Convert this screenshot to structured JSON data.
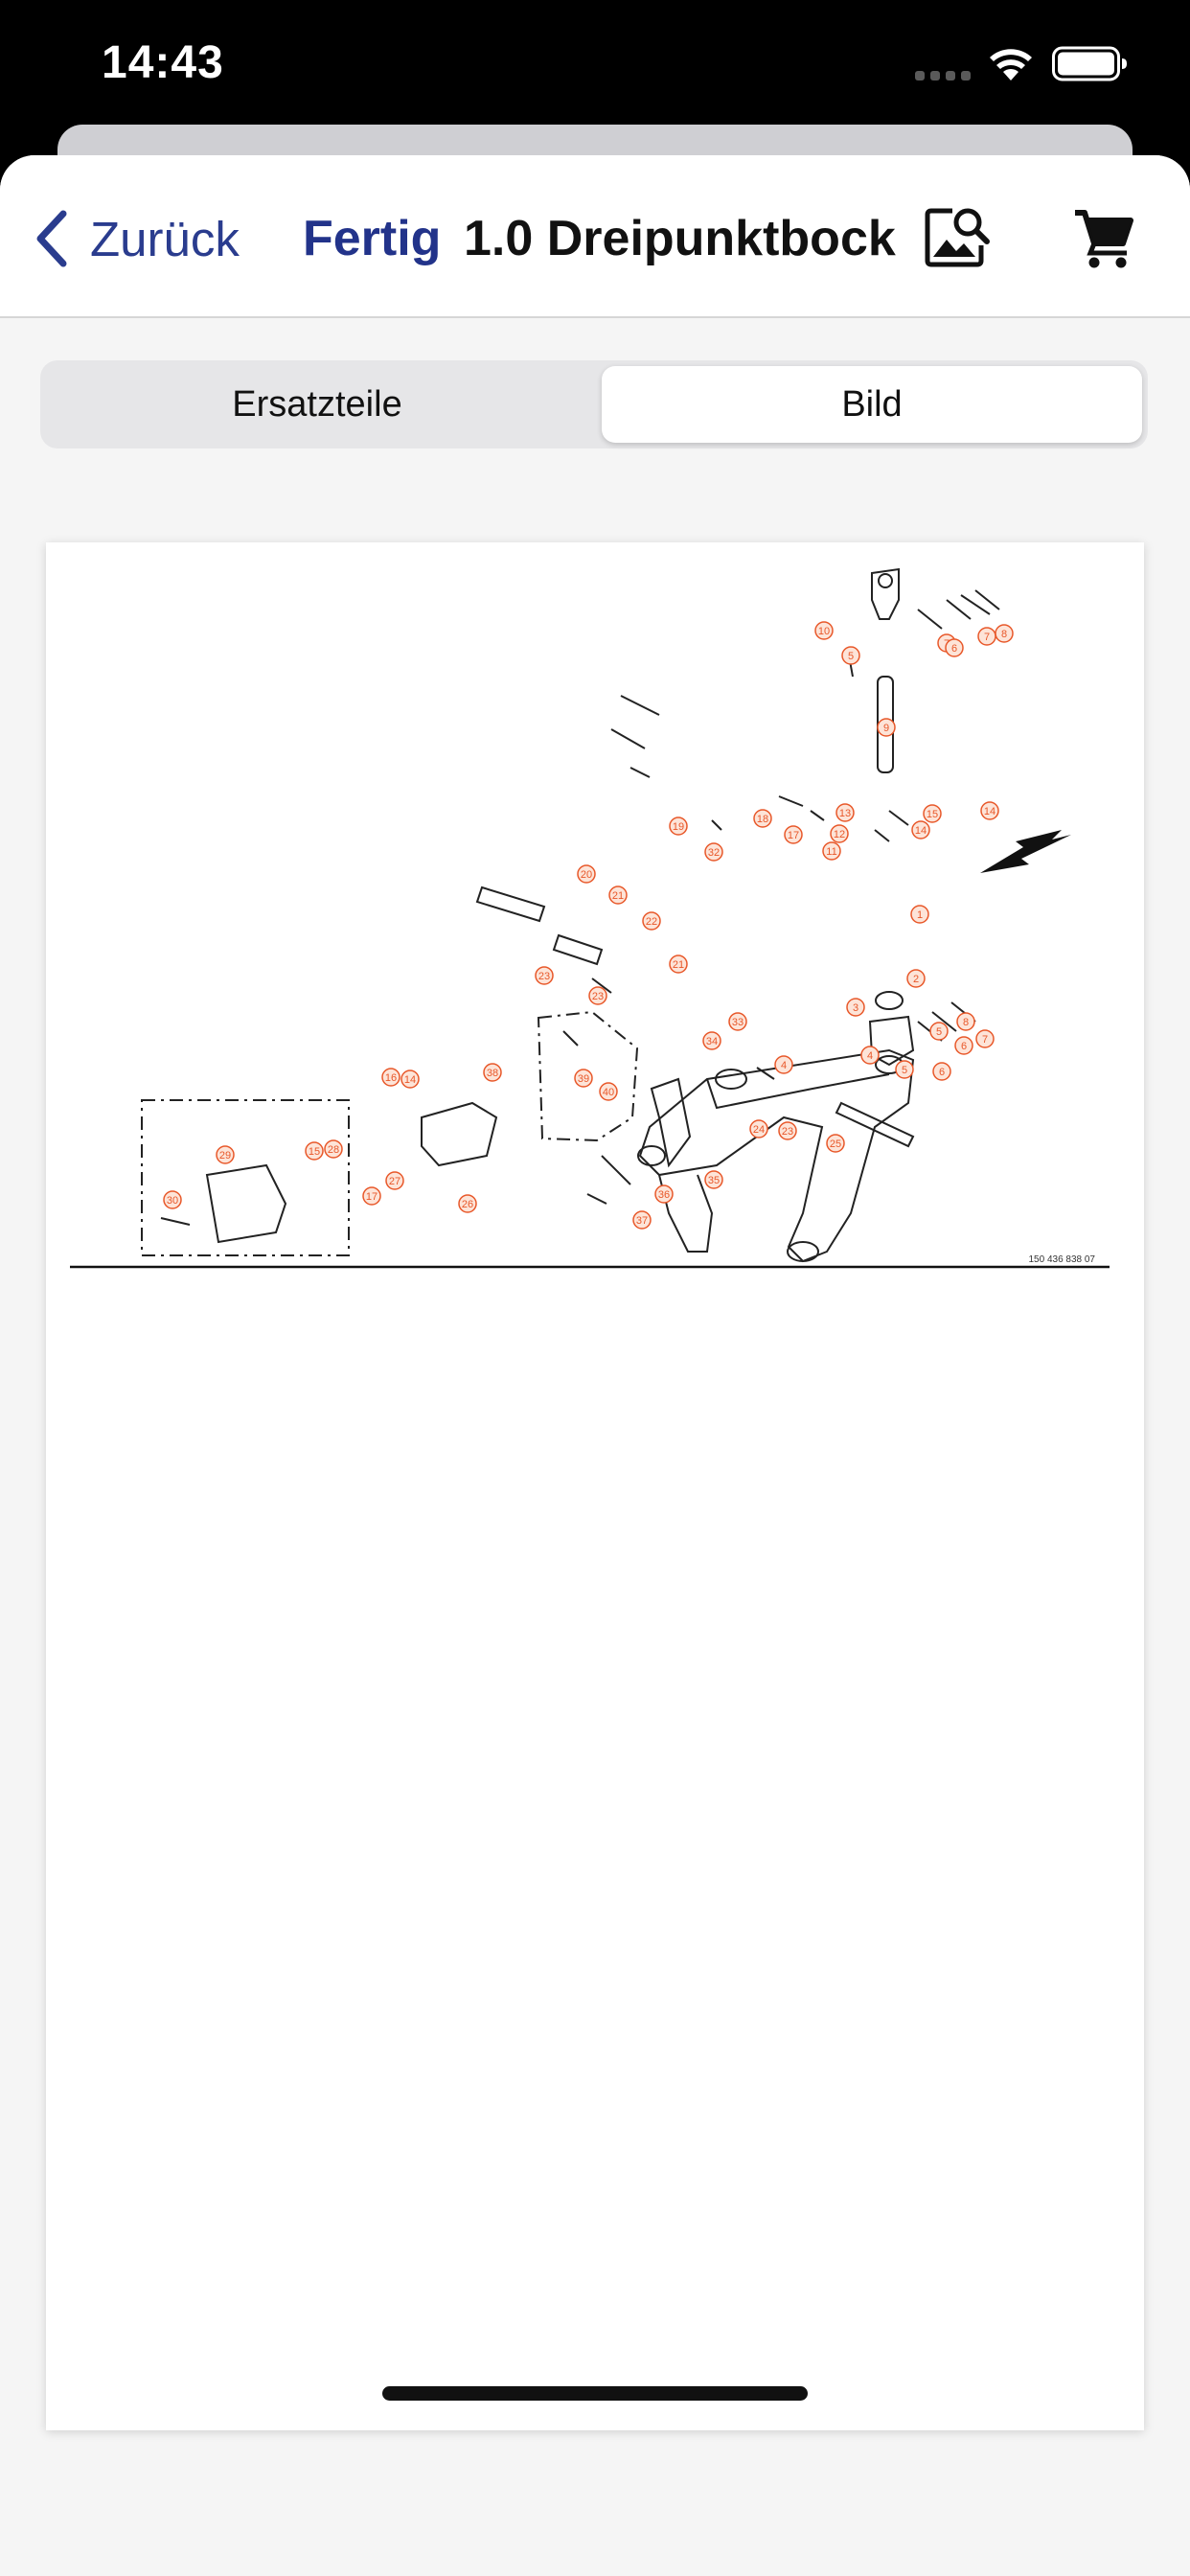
{
  "status_bar": {
    "time": "14:43"
  },
  "nav": {
    "back_label": "Zurück",
    "done_label": "Fertig",
    "title": "1.0 Dreipunktbock"
  },
  "tabs": [
    {
      "label": "Ersatzteile",
      "selected": false
    },
    {
      "label": "Bild",
      "selected": true
    }
  ],
  "drawing": {
    "drawing_number": "150 436 838 07",
    "callouts": [
      "1",
      "2",
      "3",
      "4",
      "5",
      "6",
      "7",
      "8",
      "9",
      "10",
      "11",
      "12",
      "13",
      "14",
      "15",
      "16",
      "17",
      "18",
      "19",
      "20",
      "21",
      "22",
      "23",
      "24",
      "25",
      "26",
      "27",
      "28",
      "29",
      "30",
      "32",
      "33",
      "34",
      "35",
      "36",
      "37",
      "38",
      "39",
      "40"
    ],
    "callout_color": "#e8582a"
  },
  "colors": {
    "accent": "#2a3c8e",
    "done": "#22338a"
  }
}
